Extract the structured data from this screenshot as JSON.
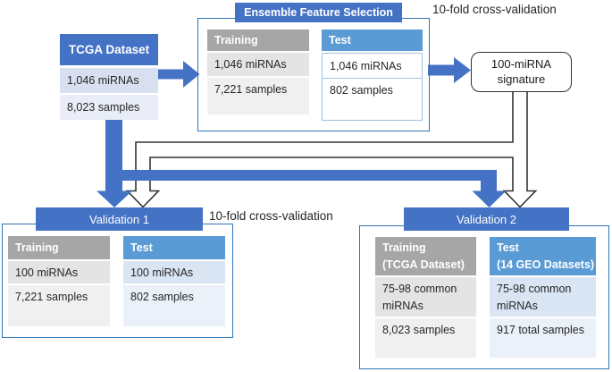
{
  "colors": {
    "accent_blue": "#4472C4",
    "test_blue": "#5B9BD5",
    "header_gray": "#A6A6A6",
    "cell_gray_dark": "#E5E4E4",
    "cell_gray_light": "#F1F0F0",
    "cell_lavender_dark": "#D8DFF0",
    "cell_lavender_light": "#E9EDF7",
    "cell_lightblue_dark": "#D9E5F3",
    "cell_lightblue_light": "#EAF1F9",
    "container_border_blue": "#2E75B6",
    "ensemble_cell_border": "#9DC3E6",
    "arrow_blue": "#4472C4",
    "outline_arrow_stroke": "#333333",
    "text_dark": "#262626"
  },
  "tcga": {
    "title": "TCGA Dataset",
    "rows": [
      "1,046 miRNAs",
      "8,023 samples"
    ]
  },
  "ensemble": {
    "title": "Ensemble Feature Selection",
    "cross_validation_label": "10-fold cross-validation",
    "training": {
      "header": "Training",
      "rows": [
        "1,046 miRNAs",
        "7,221 samples"
      ]
    },
    "test": {
      "header": "Test",
      "rows": [
        "1,046  miRNAs",
        "802 samples"
      ]
    }
  },
  "signature": {
    "line1": "100-miRNA",
    "line2": "signature"
  },
  "validation1": {
    "title": "Validation 1",
    "cross_validation_label": "10-fold cross-validation",
    "training": {
      "header": "Training",
      "rows": [
        "100 miRNAs",
        "7,221 samples"
      ]
    },
    "test": {
      "header": "Test",
      "rows": [
        "100 miRNAs",
        "802 samples"
      ]
    }
  },
  "validation2": {
    "title": "Validation 2",
    "training": {
      "header": "Training",
      "header_line2": "(TCGA Dataset)",
      "rows": [
        "75-98 common miRNAs",
        "8,023 samples"
      ]
    },
    "test": {
      "header": "Test",
      "header_line2": "(14 GEO Datasets)",
      "rows": [
        "75-98 common miRNAs",
        "917 total samples"
      ]
    }
  }
}
